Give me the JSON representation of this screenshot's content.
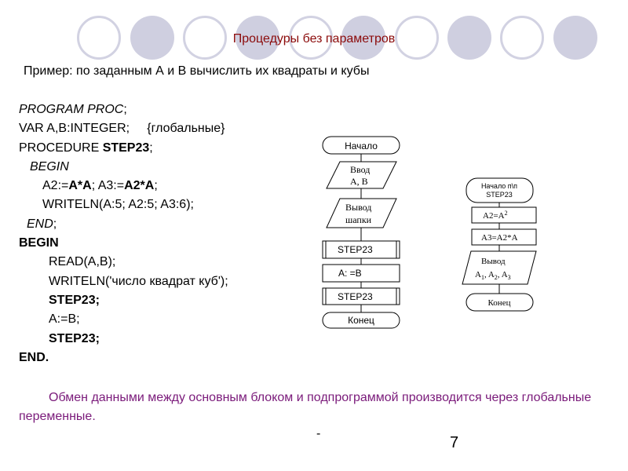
{
  "title": "Процедуры без параметров",
  "subtitle": "Пример: по заданным А и В вычислить их квадраты и кубы",
  "code": [
    {
      "indent": 0,
      "parts": [
        {
          "t": "PROGRAM PROC",
          "style": "i"
        },
        {
          "t": ";",
          "style": ""
        }
      ]
    },
    {
      "indent": 0,
      "parts": [
        {
          "t": "VAR A,B:INTEGER;     {глобальные}",
          "style": ""
        }
      ]
    },
    {
      "indent": 0,
      "parts": [
        {
          "t": "PROCEDURE ",
          "style": ""
        },
        {
          "t": "STEP23",
          "style": "b"
        },
        {
          "t": ";",
          "style": ""
        }
      ]
    },
    {
      "indent": 14,
      "parts": [
        {
          "t": "BEGIN",
          "style": "i"
        }
      ]
    },
    {
      "indent": 30,
      "parts": [
        {
          "t": "A2:=",
          "style": ""
        },
        {
          "t": "A*A",
          "style": "b"
        },
        {
          "t": "; A3:=",
          "style": ""
        },
        {
          "t": "A2*A",
          "style": "b"
        },
        {
          "t": ";",
          "style": ""
        }
      ]
    },
    {
      "indent": 30,
      "parts": [
        {
          "t": "WRITELN(A:5; A2:5; A3:6);",
          "style": ""
        }
      ]
    },
    {
      "indent": 10,
      "parts": [
        {
          "t": "END",
          "style": "i"
        },
        {
          "t": ";",
          "style": ""
        }
      ]
    },
    {
      "indent": 0,
      "color": "black",
      "parts": [
        {
          "t": "BEGIN",
          "style": "b"
        }
      ]
    },
    {
      "indent": 38,
      "parts": [
        {
          "t": "READ(A,B);",
          "style": ""
        }
      ]
    },
    {
      "indent": 38,
      "parts": [
        {
          "t": "WRITELN('число квадрат куб');",
          "style": ""
        }
      ]
    },
    {
      "indent": 38,
      "parts": [
        {
          "t": "STEP23;",
          "style": "b"
        }
      ]
    },
    {
      "indent": 38,
      "parts": [
        {
          "t": "A:=B;",
          "style": ""
        }
      ]
    },
    {
      "indent": 38,
      "parts": [
        {
          "t": "STEP23;",
          "style": "b"
        }
      ]
    },
    {
      "indent": 0,
      "color": "black",
      "parts": [
        {
          "t": "END.",
          "style": "b"
        }
      ]
    }
  ],
  "main_flow": {
    "start": "Начало",
    "input_line1": "Ввод",
    "input_line2": "A, B",
    "output_line1": "Вывод",
    "output_line2": "шапки",
    "call1": "STEP23",
    "assign": "A: =B",
    "call2": "STEP23",
    "end": "Конец"
  },
  "proc_flow": {
    "start_line1": "Начало п\\п",
    "start_line2": "STEP23",
    "square": "A2=A",
    "square_sup": "2",
    "cube": "A3=A2*A",
    "output_line1": "Вывод",
    "output_A": "A",
    "output_sub1": "1",
    "output_A2": ", A",
    "output_sub2": "2",
    "output_A3": ", A",
    "output_sub3": "3",
    "end": "Конец"
  },
  "note": "Обмен данными между основным блоком и подпрограммой производится через глобальные переменные.",
  "dash": "-",
  "page_number": "7",
  "colors": {
    "title": "#8b0a0a",
    "code_blue": "#1a2a9a",
    "note": "#7a1a7a",
    "circle": "#d2d2e2"
  }
}
